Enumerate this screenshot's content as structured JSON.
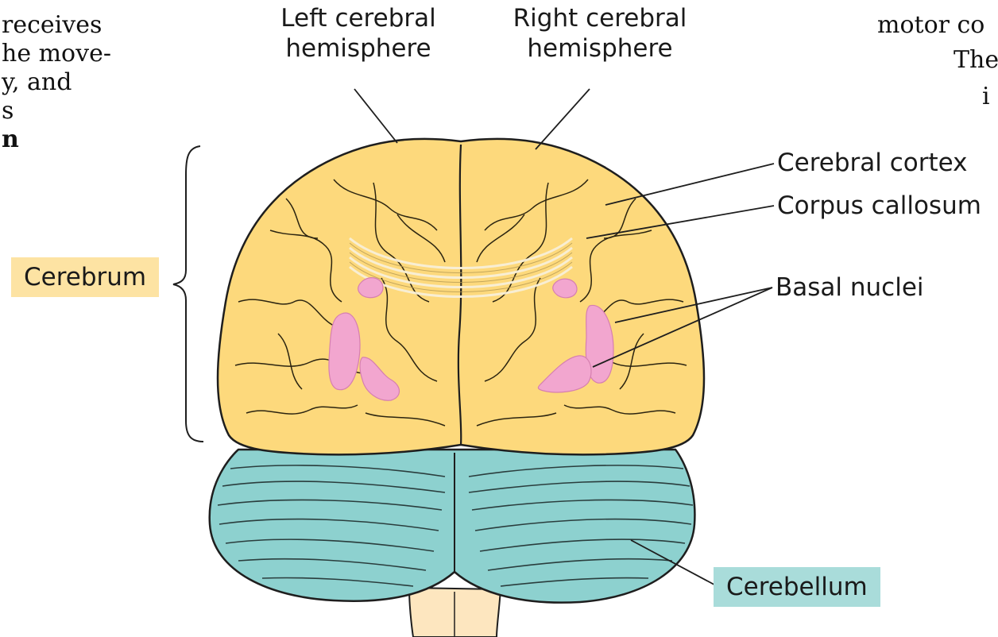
{
  "background_text": {
    "left_lines": [
      "receives",
      "he move-",
      "y, and",
      "s",
      "n"
    ],
    "right_lines": [
      "motor co",
      "The",
      "i"
    ]
  },
  "labels": {
    "left_hemisphere_line1": "Left cerebral",
    "left_hemisphere_line2": "hemisphere",
    "right_hemisphere_line1": "Right cerebral",
    "right_hemisphere_line2": "hemisphere",
    "cerebral_cortex": "Cerebral cortex",
    "corpus_callosum": "Corpus callosum",
    "basal_nuclei": "Basal nuclei",
    "cerebrum": "Cerebrum",
    "cerebellum": "Cerebellum"
  },
  "colors": {
    "cerebrum_fill": "#fdd97c",
    "cerebellum_fill": "#8dd1cf",
    "basal_nuclei_fill": "#f2a6cf",
    "brainstem_fill": "#fde6bf",
    "cerebrum_label_bg": "#fde3a3",
    "cerebellum_label_bg": "#a9dcda",
    "outline": "#1e1e1e"
  }
}
